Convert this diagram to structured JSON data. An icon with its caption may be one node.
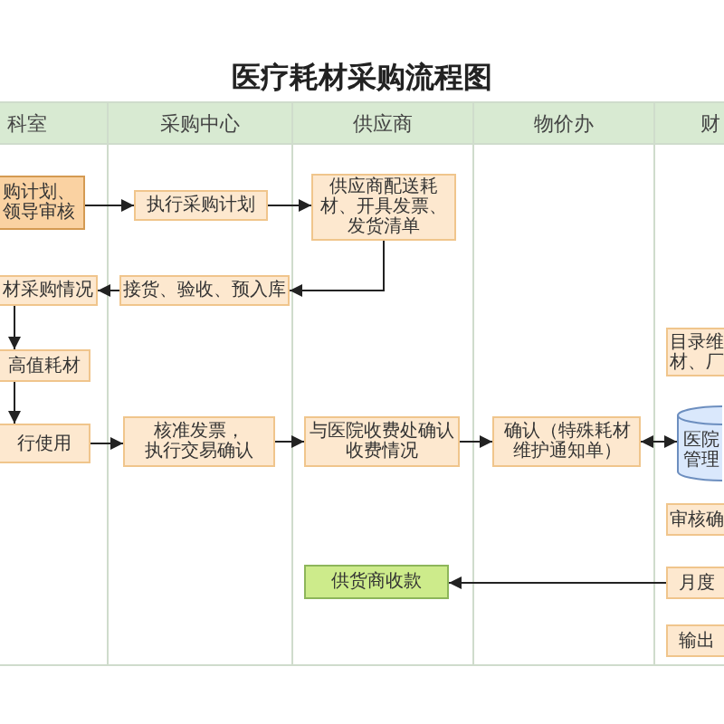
{
  "diagram": {
    "title": "医疗耗材采购流程图",
    "nodes": [
      {
        "text": [
          "科室"
        ]
      },
      {
        "text": [
          "采购中心"
        ]
      },
      {
        "text": [
          "供应商"
        ]
      },
      {
        "text": [
          "物价办"
        ]
      },
      {
        "text": [
          "财"
        ]
      },
      {
        "text": [
          "购计划、领导审核"
        ],
        "in": 0
      },
      {
        "text": [
          "执行采购计划"
        ],
        "in": 1
      },
      {
        "text": [
          "供应商配送耗材、开具发票、发货清单"
        ],
        "in": 2
      },
      {
        "text": [
          "材采购情况"
        ],
        "in": 0
      },
      {
        "text": [
          "接货、验收、预入库"
        ],
        "in": 1
      },
      {
        "text": [
          "目录维材、厂"
        ],
        "in": 4
      },
      {
        "text": [
          "高值耗材"
        ],
        "in": 0
      },
      {
        "text": [
          "行使用"
        ],
        "in": 0
      },
      {
        "text": [
          "核准发票，执行交易确认"
        ],
        "in": 1
      },
      {
        "text": [
          "与医院收费处确认收费情况"
        ],
        "in": 2
      },
      {
        "text": [
          "确认（特殊耗材维护通知单）"
        ],
        "in": 3
      },
      {
        "text": [
          "医院管理"
        ],
        "in": 4
      },
      {
        "text": [
          "审核确"
        ],
        "in": 4
      },
      {
        "text": [
          "供货商收款"
        ],
        "in": 2
      },
      {
        "text": [
          "月度"
        ],
        "in": 4
      },
      {
        "text": [
          "输出"
        ],
        "in": 4
      }
    ],
    "edges": [
      {
        "from": 5,
        "to": 6,
        "arrow": "to"
      },
      {
        "from": 6,
        "to": 7,
        "arrow": "to"
      },
      {
        "from": 7,
        "to": 9,
        "arrow": "to"
      },
      {
        "from": 9,
        "to": 8,
        "arrow": "to"
      },
      {
        "from": 8,
        "to": 11,
        "arrow": "to"
      },
      {
        "from": 11,
        "to": 12,
        "arrow": "to"
      },
      {
        "from": 12,
        "to": 13,
        "arrow": "to"
      },
      {
        "from": 13,
        "to": 14,
        "arrow": "to"
      },
      {
        "from": 14,
        "to": 15,
        "arrow": "to"
      },
      {
        "from": 15,
        "to": 16,
        "arrow": "both"
      },
      {
        "from": 19,
        "to": 18,
        "arrow": "to"
      }
    ]
  }
}
